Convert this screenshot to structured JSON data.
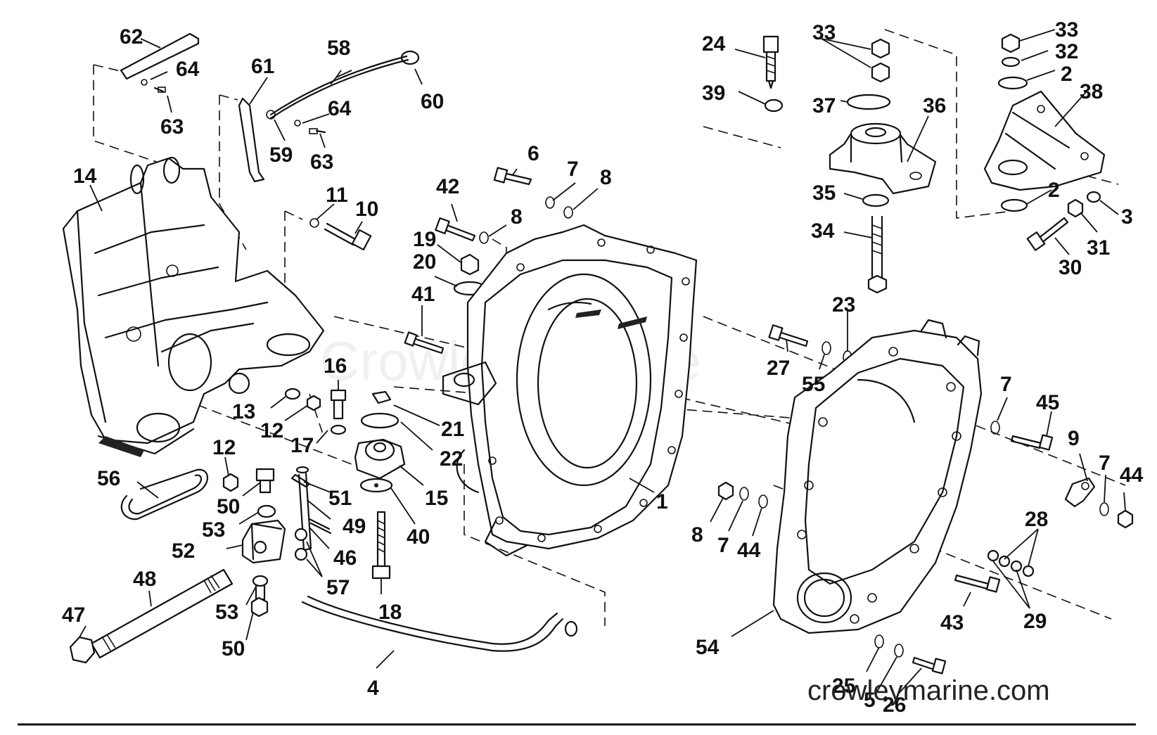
{
  "diagram": {
    "watermark": "Crowley Marine",
    "site": "crowleymarine.com",
    "part_labels": [
      "62",
      "64",
      "63",
      "61",
      "58",
      "60",
      "59",
      "64",
      "63",
      "14",
      "11",
      "10",
      "6",
      "7",
      "8",
      "42",
      "8",
      "19",
      "20",
      "41",
      "16",
      "13",
      "12",
      "17",
      "21",
      "22",
      "15",
      "40",
      "12",
      "56",
      "50",
      "51",
      "49",
      "53",
      "52",
      "46",
      "57",
      "48",
      "47",
      "53",
      "50",
      "18",
      "4",
      "1",
      "24",
      "33",
      "33",
      "32",
      "2",
      "38",
      "39",
      "37",
      "36",
      "35",
      "34",
      "2",
      "3",
      "31",
      "30",
      "23",
      "27",
      "55",
      "7",
      "45",
      "9",
      "7",
      "44",
      "8",
      "7",
      "44",
      "28",
      "29",
      "43",
      "54",
      "25",
      "5",
      "26"
    ]
  }
}
